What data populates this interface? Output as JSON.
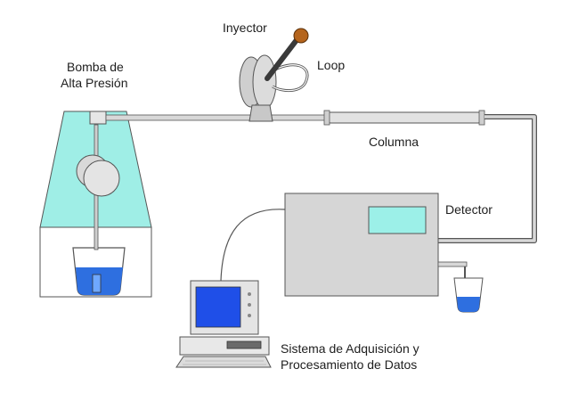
{
  "labels": {
    "injector": "Inyector",
    "loop": "Loop",
    "pump_line1": "Bomba de",
    "pump_line2": "Alta Presión",
    "column": "Columna",
    "detector": "Detector",
    "data_line1": "Sistema de Adquisición y",
    "data_line2": "Procesamiento de Datos"
  },
  "colors": {
    "pump_cyan": "#9feee6",
    "solvent_blue": "#2e6fe0",
    "screen_blue": "#1f4fe8",
    "panel_teal": "#9cf0e8",
    "detector_gray": "#d6d6d6",
    "outline": "#555555",
    "injector_knob": "#b5651d"
  }
}
